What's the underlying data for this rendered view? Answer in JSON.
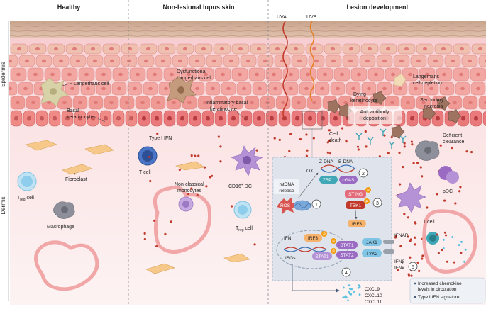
{
  "panels": {
    "healthy": "Healthy",
    "nonlesional": "Non-lesional lupus skin",
    "lesion": "Lesion development"
  },
  "layers": {
    "epidermis": "Epidermis",
    "dermis": "Dermis"
  },
  "uv": {
    "uva": "UVA",
    "uvb": "UVB"
  },
  "healthy_labels": {
    "langerhans": "Langerhans cell",
    "basal_line1": "Basal",
    "basal_line2": "keratinocyte",
    "fibroblast": "Fibroblast",
    "treg": "T",
    "treg_sub": "reg",
    "treg_suffix": " cell",
    "macrophage": "Macrophage"
  },
  "nonlesional_labels": {
    "dysfunctional_line1": "Dysfunctional",
    "dysfunctional_line2": "Langerhans cell",
    "inflammatory_line1": "Inflammatory basal",
    "inflammatory_line2": "keratinocyte",
    "type1ifn": "Type I IFN",
    "tcell": "T cell",
    "monocytes_line1": "Non-classical",
    "monocytes_line2": "monocytes",
    "cd16dc": "CD16",
    "cd16dc_sup": "+",
    "cd16dc_suffix": " DC",
    "treg": "T",
    "treg_sub": "reg",
    "treg_suffix": " cell"
  },
  "lesion_labels": {
    "langerhans_depletion_line1": "Langerhans",
    "langerhans_depletion_line2": "cell depletion",
    "dying_line1": "Dying",
    "dying_line2": "keratinocyte",
    "secondary_line1": "Secondary",
    "secondary_line2": "necrosis",
    "autoantibody_line1": "Autoantibody",
    "autoantibody_line2": "deposition",
    "celldeath_line1": "Cell",
    "celldeath_line2": "death",
    "deficient_line1": "Deficient",
    "deficient_line2": "clearance",
    "pdc": "pDC",
    "tcell": "T cell"
  },
  "pathway": {
    "zdna": "Z-DNA",
    "bdna": "B-DNA",
    "ox": "OX",
    "zbp1": "ZBP1",
    "cgas": "cGAS",
    "mtdna_line1": "mtDNA",
    "mtdna_line2": "release",
    "ros": "ROS",
    "sting": "STING",
    "tbk1": "TBK1",
    "irf3": "IRF3",
    "ifn": "IFN",
    "isgs": "ISGs",
    "stat1": "STAT1",
    "stat2": "STAT2",
    "jak1": "JAK1",
    "tyk2": "TYK2",
    "ifnar": "IFNAR",
    "ifnb": "IFNβ",
    "ifnk": "IFNκ",
    "p": "P",
    "step1": "1",
    "step2": "2",
    "step3": "3",
    "step4": "4",
    "step5": "5"
  },
  "chemokines": [
    "CXCL9",
    "CXCL10",
    "CXCL11"
  ],
  "bullets": [
    "Increased chemokine levels in circulation",
    "Type I IFN signature"
  ],
  "colors": {
    "skin_top": "#e9c9b6",
    "keratinocyte": "#f2a7a3",
    "basal": "#ef8a86",
    "dermis": "#fbe3e3",
    "pathway_box": "#dfe4ec",
    "pathway_border": "#9aa6b8",
    "uva": "#c0392b",
    "uvb": "#e67e22",
    "ifn_dot": "#c0392b",
    "teal": "#3fa7b5",
    "purple": "#9b6bc4"
  }
}
